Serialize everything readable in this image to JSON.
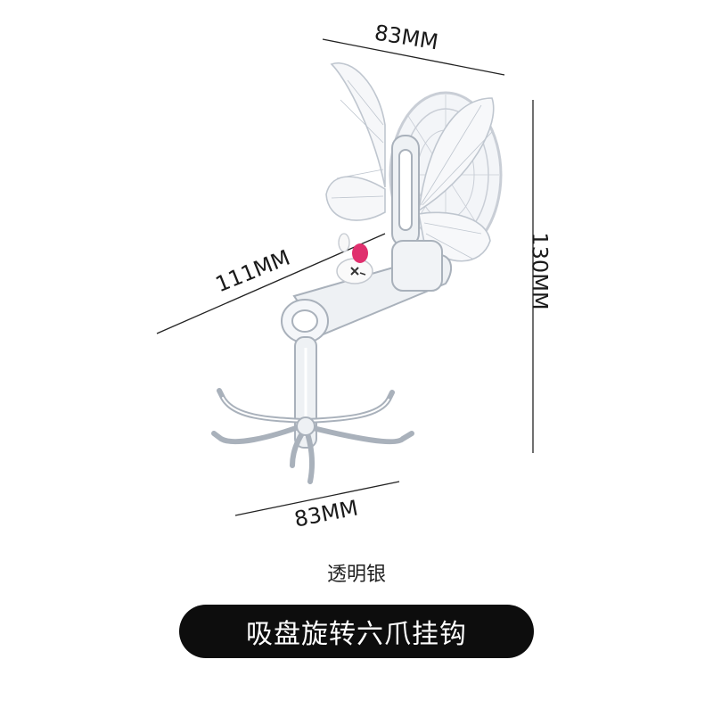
{
  "dimensions": {
    "top_width": "83MM",
    "diagonal_length": "111MM",
    "height": "130MM",
    "bottom_width": "83MM"
  },
  "product": {
    "color_label": "透明银",
    "title": "吸盘旋转六爪挂钩"
  },
  "colors": {
    "accent_pink": "#e0306e",
    "pill_background": "#0d0d0d",
    "pill_text": "#ffffff"
  }
}
